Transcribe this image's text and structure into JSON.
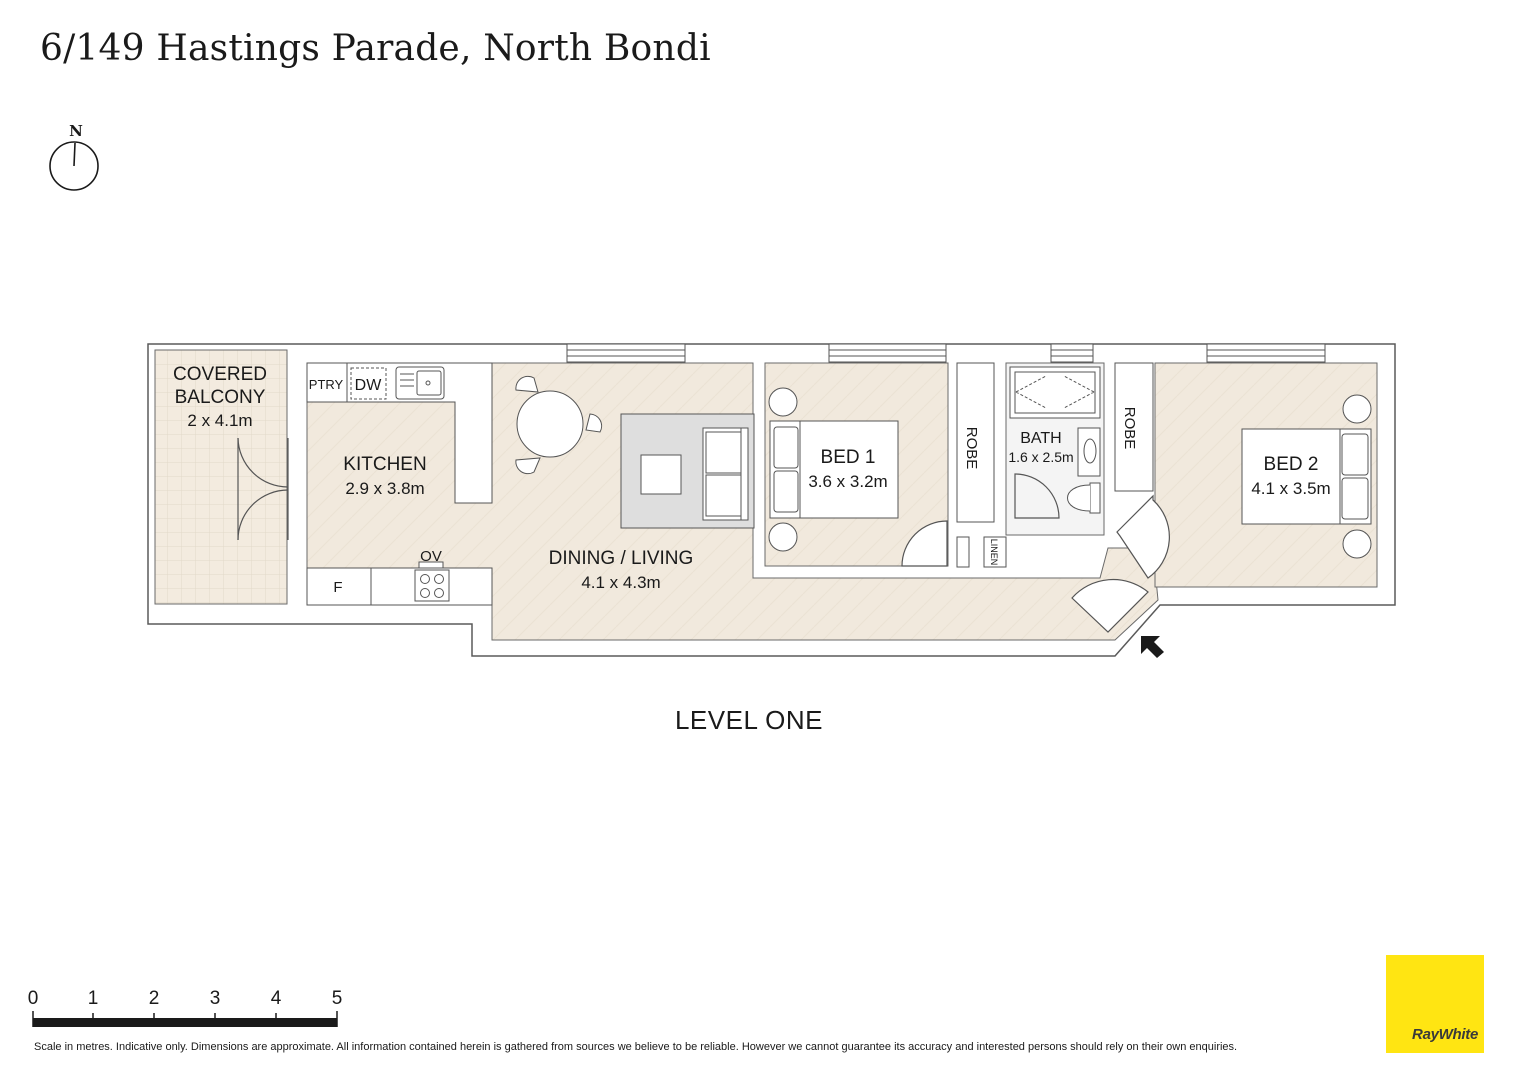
{
  "header": {
    "title": "6/149 Hastings Parade, North Bondi"
  },
  "compass": {
    "label": "N"
  },
  "rooms": {
    "balcony": {
      "line1": "COVERED",
      "line2": "BALCONY",
      "dims": "2 x 4.1m"
    },
    "kitchen": {
      "name": "KITCHEN",
      "dims": "2.9 x 3.8m"
    },
    "dining": {
      "name": "DINING / LIVING",
      "dims": "4.1 x 4.3m"
    },
    "bed1": {
      "name": "BED 1",
      "dims": "3.6 x 3.2m"
    },
    "bath": {
      "name": "BATH",
      "dims": "1.6 x 2.5m"
    },
    "bed2": {
      "name": "BED 2",
      "dims": "4.1 x 3.5m"
    }
  },
  "fixtures": {
    "pantry": "PTRY",
    "dishwasher": "DW",
    "oven": "OV",
    "fridge": "F",
    "robe1": "ROBE",
    "robe2": "ROBE",
    "linen": "LINEN"
  },
  "level": "LEVEL ONE",
  "scale": {
    "ticks": [
      "0",
      "1",
      "2",
      "3",
      "4",
      "5"
    ]
  },
  "disclaimer": "Scale in metres. Indicative only. Dimensions are approximate. All information contained herein is gathered from sources we believe to be reliable. However we cannot guarantee its accuracy and interested persons should rely on their own enquiries.",
  "brand": {
    "name": "RayWhite",
    "color": "#ffe512"
  },
  "colors": {
    "floor": "#f1e9dd",
    "wall": "#ffffff",
    "outline": "#5a5a5a"
  }
}
